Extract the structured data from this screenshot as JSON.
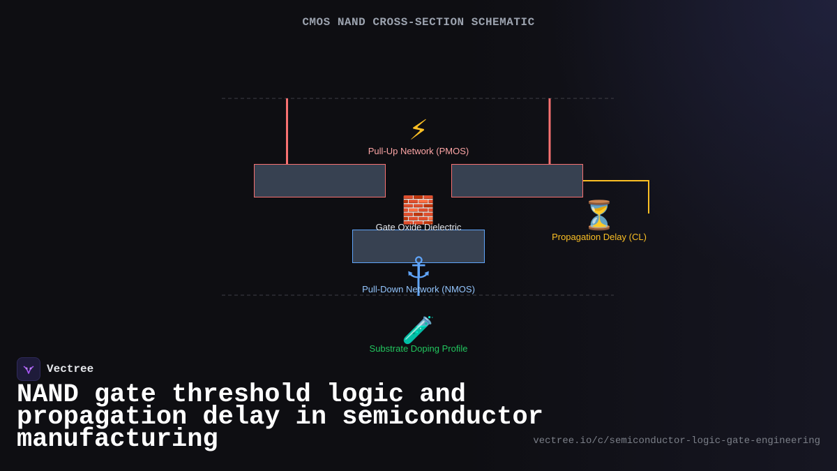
{
  "header": {
    "title": "CMOS NAND CROSS-SECTION SCHEMATIC"
  },
  "diagram": {
    "pull_up": {
      "icon": "⚡",
      "icon_name": "lightning-icon",
      "label": "Pull-Up Network (PMOS)"
    },
    "gate_oxide": {
      "icon": "🧱",
      "icon_name": "brick-icon",
      "label": "Gate Oxide Dielectric"
    },
    "propagation_delay": {
      "icon": "⏳",
      "icon_name": "hourglass-icon",
      "label": "Propagation Delay (CL)"
    },
    "pull_down": {
      "icon": "⚓",
      "icon_name": "anchor-icon",
      "label": "Pull-Down Network (NMOS)"
    },
    "substrate": {
      "icon": "🧪",
      "icon_name": "test-tube-icon",
      "label": "Substrate Doping Profile"
    }
  },
  "colors": {
    "pmos": "#f87171",
    "nmos": "#60a5fa",
    "delay": "#fbbf24",
    "substrate": "#34d399",
    "block_fill": "#374151",
    "rail": "#3f3f46"
  },
  "brand": {
    "name": "Vectree",
    "logo_icon": "vectree-logo-icon"
  },
  "footer": {
    "headline": "NAND gate threshold logic and propagation delay in semiconductor manufacturing",
    "url": "vectree.io/c/semiconductor-logic-gate-engineering"
  }
}
